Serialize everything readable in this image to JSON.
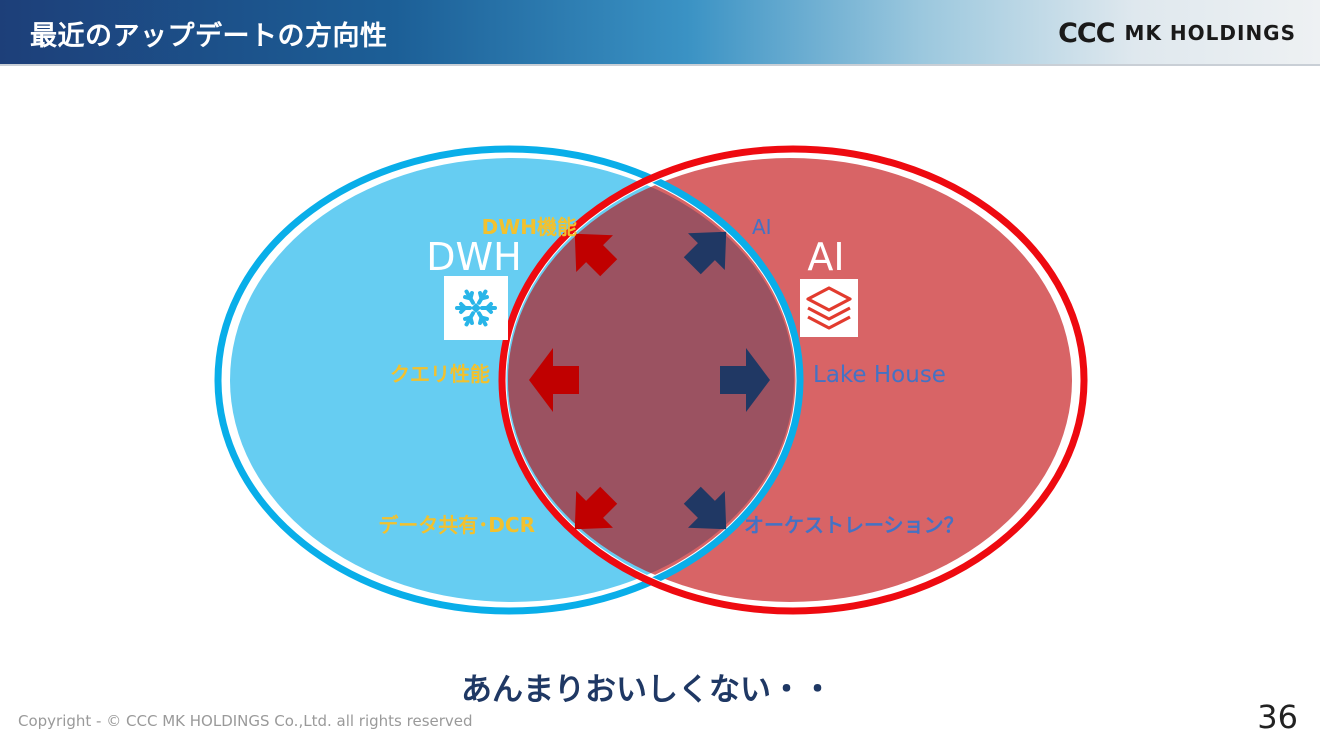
{
  "header": {
    "title": "最近のアップデートの方向性",
    "logo_mark": "CCC",
    "logo_text": "MK HOLDINGS"
  },
  "diagram": {
    "left_circle": {
      "label": "DWH",
      "icon": "snowflake-icon"
    },
    "right_circle": {
      "label": "AI",
      "icon": "databricks-layers-icon"
    },
    "left_labels": {
      "top": "DWH機能",
      "middle": "クエリ性能",
      "bottom": "データ共有･DCR"
    },
    "right_labels": {
      "top": "AI",
      "middle": "Lake House",
      "bottom": "オーケストレーション？"
    },
    "colors": {
      "left_fill": "#66cdf2",
      "left_ring": "#09aee9",
      "right_fill": "#d86466",
      "right_ring": "#ee0a10",
      "overlap": "#9b5261",
      "left_label_color": "#f2c12e",
      "right_label_color": "#4472c4",
      "red_arrow": "#c00000",
      "navy_arrow": "#203864"
    }
  },
  "caption": "あんまりおいしくない・・",
  "footer": {
    "copyright": "Copyright - © CCC MK HOLDINGS Co.,Ltd. all rights reserved",
    "page_number": "36"
  }
}
